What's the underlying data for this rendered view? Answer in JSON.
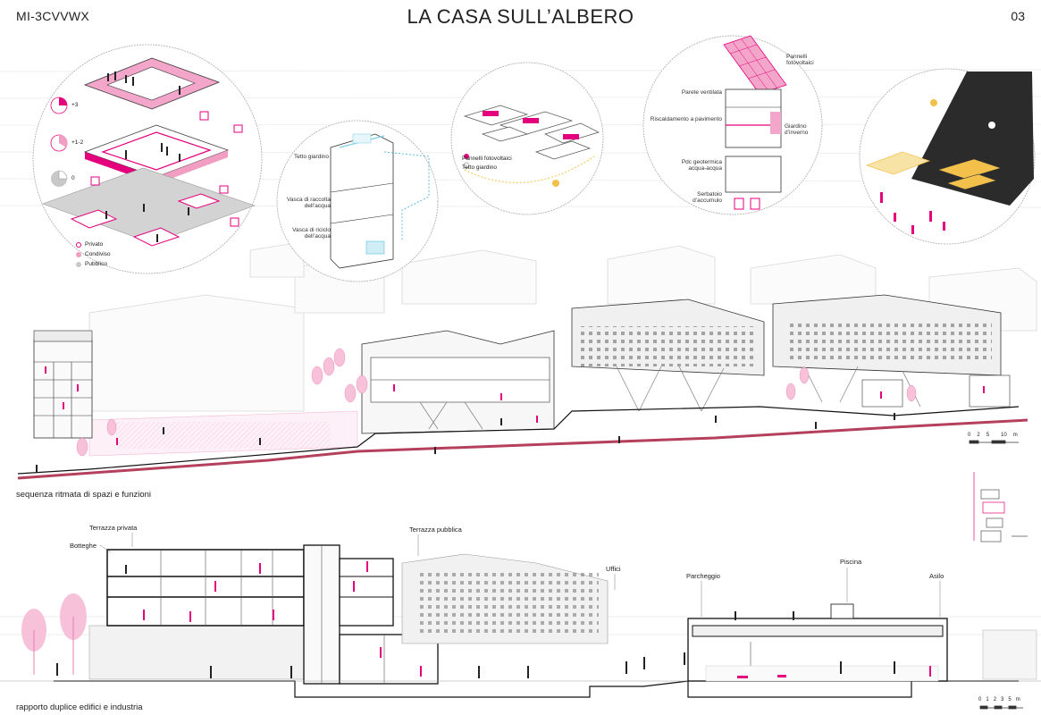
{
  "header": {
    "code": "MI-3CVVWX",
    "title": "LA CASA SULL’ALBERO",
    "page_number": "03"
  },
  "circle1": {
    "levels": [
      "+3",
      "+1-2",
      "0"
    ],
    "legend": [
      "Privato",
      "Condiviso",
      "Pubblico"
    ]
  },
  "circle2": {
    "labels": [
      "Tetto giardino",
      "Vasca di raccolta dell’acqua",
      "Vasca di riciclo dell’acqua"
    ]
  },
  "circle3": {
    "legend": [
      "Pannelli fotovoltaici",
      "Tetto giardino"
    ]
  },
  "circle4": {
    "labels": [
      "Pannelli fotovoltaici",
      "Parete ventilata",
      "Riscaldamento a pavimento",
      "Giardino d’inverno",
      "Pdc geotermica acqua-acqua",
      "Serbatoio d’accumulo"
    ]
  },
  "captions": {
    "top": "sequenza ritmata di spazi e funzioni",
    "bottom": "rapporto duplice edifici e industria"
  },
  "section_labels": {
    "terrazza_privata": "Terrazza privata",
    "botteghe": "Botteghe",
    "terrazza_pubblica": "Terrazza pubblica",
    "uffici": "Uffici",
    "parcheggio": "Parcheggio",
    "piscina": "Piscina",
    "asilo": "Asilo"
  },
  "scales": {
    "top": [
      "0",
      "2",
      "5",
      "10",
      "m"
    ],
    "bottom": [
      "0",
      "1",
      "2",
      "3",
      "5",
      "m"
    ]
  },
  "colors": {
    "accent": "#e4007c",
    "accent_light": "#f19ec2",
    "ground_red": "#b5405c",
    "gray": "#cfcfcf",
    "yellow": "#f3c14b",
    "night": "#2b2b2b"
  }
}
